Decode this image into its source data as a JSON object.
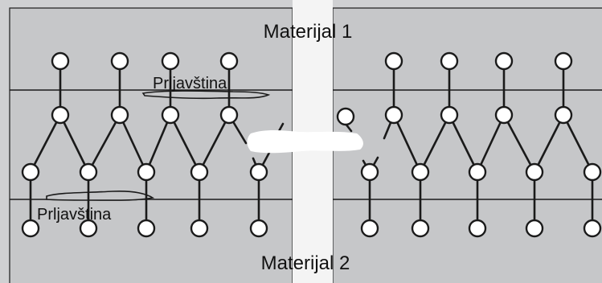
{
  "labels": {
    "material_top": "Materijal 1",
    "material_bottom": "Materijal 2",
    "contaminant_top": "Prljavština",
    "contaminant_bottom": "Prljavština"
  }
}
